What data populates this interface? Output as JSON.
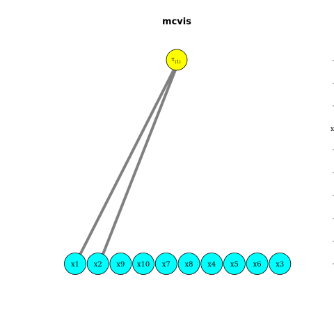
{
  "title": "mcvis",
  "root": {
    "label_main": "τ",
    "label_sub": "(1)",
    "color": "#FFFF00"
  },
  "leaf_color": "#00FFFF",
  "edge_color": "#808080",
  "leaves": [
    "x1",
    "x2",
    "x9",
    "x10",
    "x7",
    "x8",
    "x4",
    "x5",
    "x6",
    "x3"
  ],
  "edges": [
    {
      "from": "root",
      "to": "x1"
    },
    {
      "from": "root",
      "to": "x2"
    }
  ],
  "right_margin_marks": [
    "x"
  ]
}
